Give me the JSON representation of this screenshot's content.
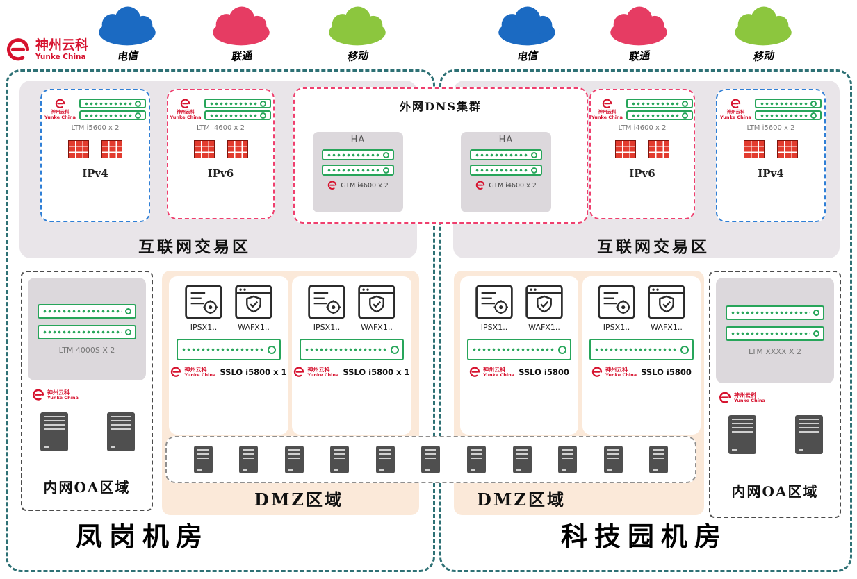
{
  "brand": {
    "title": "神州云科",
    "subtitle": "Yunke China"
  },
  "carriers": {
    "left": [
      {
        "label": "电信"
      },
      {
        "label": "联通"
      },
      {
        "label": "移动"
      }
    ],
    "right": [
      {
        "label": "电信"
      },
      {
        "label": "联通"
      },
      {
        "label": "移动"
      }
    ]
  },
  "colors": {
    "telecom_cloud": "#1b6ac2",
    "unicom_cloud": "#e63c63",
    "mobile_cloud": "#8cc63e",
    "boundary_teal": "#2e7175",
    "device_green": "#27a55a",
    "logo_red": "#d6122e",
    "ipv6_dashed": "#ef3f6e",
    "ipv4_dashed": "#2f7fd6",
    "dmz_fill": "#fbe9d9",
    "zone_fill": "#e9e5e9"
  },
  "dns_cluster": {
    "title": "外网DNS集群",
    "ha_left": "HA",
    "ha_right": "HA",
    "gtm_left": "GTM i4600 x 2",
    "gtm_right": "GTM i4600 x 2"
  },
  "fenggang": {
    "name": "凤岗机房",
    "internet_zone_label": "互联网交易区",
    "ipv4": {
      "device_label": "LTM i5600 x 2",
      "zone_label": "IPv4"
    },
    "ipv6": {
      "device_label": "LTM i4600 x 2",
      "zone_label": "IPv6"
    },
    "oa": {
      "device_label": "LTM 4000S X 2",
      "zone_label": "内网OA区域"
    },
    "dmz": {
      "zone_label": "DMZ区域",
      "groups": [
        {
          "ips": "IPSX1..",
          "waf": "WAFX1..",
          "sslo": "SSLO i5800 x 1"
        },
        {
          "ips": "IPSX1..",
          "waf": "WAFX1..",
          "sslo": "SSLO i5800 x 1"
        }
      ]
    }
  },
  "keji": {
    "name": "科技园机房",
    "internet_zone_label": "互联网交易区",
    "ipv6": {
      "device_label": "LTM i4600 x 2",
      "zone_label": "IPv6"
    },
    "ipv4": {
      "device_label": "LTM i5600 x 2",
      "zone_label": "IPv4"
    },
    "oa": {
      "device_label": "LTM XXXX X 2",
      "zone_label": "内网OA区域"
    },
    "dmz": {
      "zone_label": "DMZ区域",
      "groups": [
        {
          "ips": "IPSX1..",
          "waf": "WAFX1..",
          "sslo": "SSLO i5800"
        },
        {
          "ips": "IPSX1..",
          "waf": "WAFX1..",
          "sslo": "SSLO i5800"
        }
      ]
    }
  }
}
